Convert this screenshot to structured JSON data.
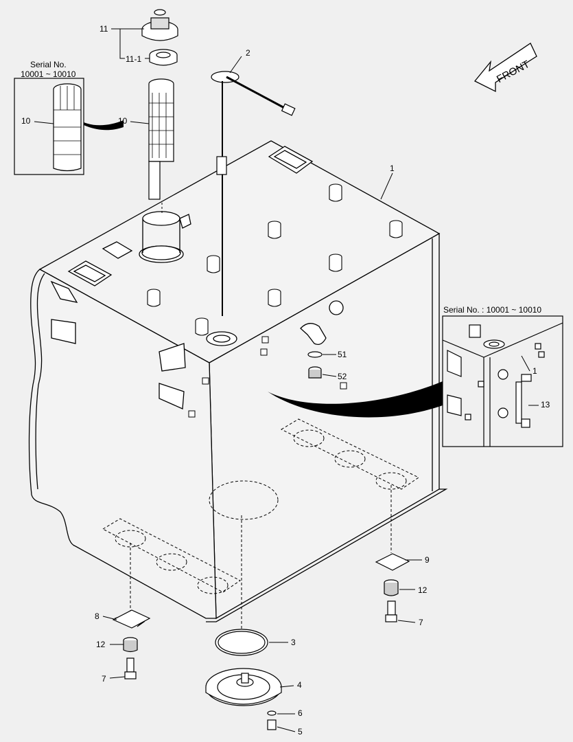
{
  "insets": {
    "left_title_line1": "Serial No.",
    "left_title_line2": "10001 ~ 10010",
    "right_title": "Serial No. : 10001 ~ 10010"
  },
  "front_label": "FRONT",
  "callouts": {
    "c11": "11",
    "c11_1": "11-1",
    "c2": "2",
    "c10_inset": "10",
    "c10": "10",
    "c1": "1",
    "c1_inset": "1",
    "c51": "51",
    "c52": "52",
    "c13": "13",
    "c9": "9",
    "c12_right": "12",
    "c7_right": "7",
    "c8": "8",
    "c12_left": "12",
    "c7_left": "7",
    "c3": "3",
    "c4": "4",
    "c6": "6",
    "c5": "5"
  },
  "colors": {
    "background": "#f0f0f0",
    "line": "#000000",
    "shade": "#c8c8c8"
  }
}
